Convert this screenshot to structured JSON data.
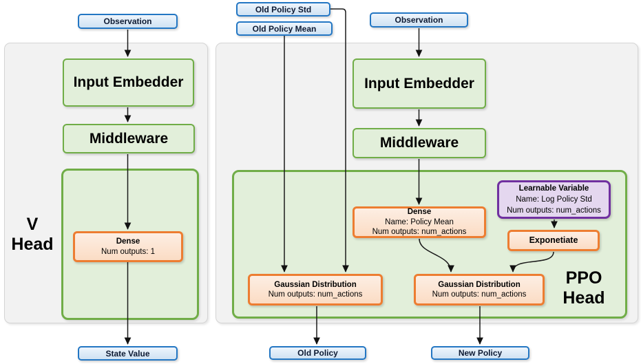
{
  "v_head": {
    "label_line1": "V",
    "label_line2": "Head",
    "observation": "Observation",
    "input_embedder": "Input Embedder",
    "middleware": "Middleware",
    "dense_title": "Dense",
    "dense_outputs": "Num outputs: 1",
    "state_value": "State Value"
  },
  "ppo_head": {
    "label_line1": "PPO",
    "label_line2": "Head",
    "old_policy_std": "Old Policy Std",
    "old_policy_mean": "Old Policy Mean",
    "observation": "Observation",
    "input_embedder": "Input Embedder",
    "middleware": "Middleware",
    "dense_title": "Dense",
    "dense_name": "Name: Policy Mean",
    "dense_outputs": "Num outputs: num_actions",
    "learnable_title": "Learnable Variable",
    "learnable_name": "Name: Log Policy Std",
    "learnable_outputs": "Num outputs: num_actions",
    "exponetiate": "Exponetiate",
    "gaussian_old_title": "Gaussian Distribution",
    "gaussian_old_outputs": "Num outputs: num_actions",
    "gaussian_new_title": "Gaussian Distribution",
    "gaussian_new_outputs": "Num outputs: num_actions",
    "old_policy": "Old Policy",
    "new_policy": "New Policy"
  },
  "colors": {
    "blue_border": "#2276c3",
    "blue_fill": "#cfe2f3",
    "green_border": "#70ad47",
    "green_fill": "#e2efda",
    "orange_border": "#ed7d31",
    "orange_fill": "#fbdcc4",
    "purple_border": "#7030a0",
    "purple_fill": "#e4d7ef",
    "panel_fill": "#f2f2f2",
    "line_color": "#1a1a1a"
  }
}
